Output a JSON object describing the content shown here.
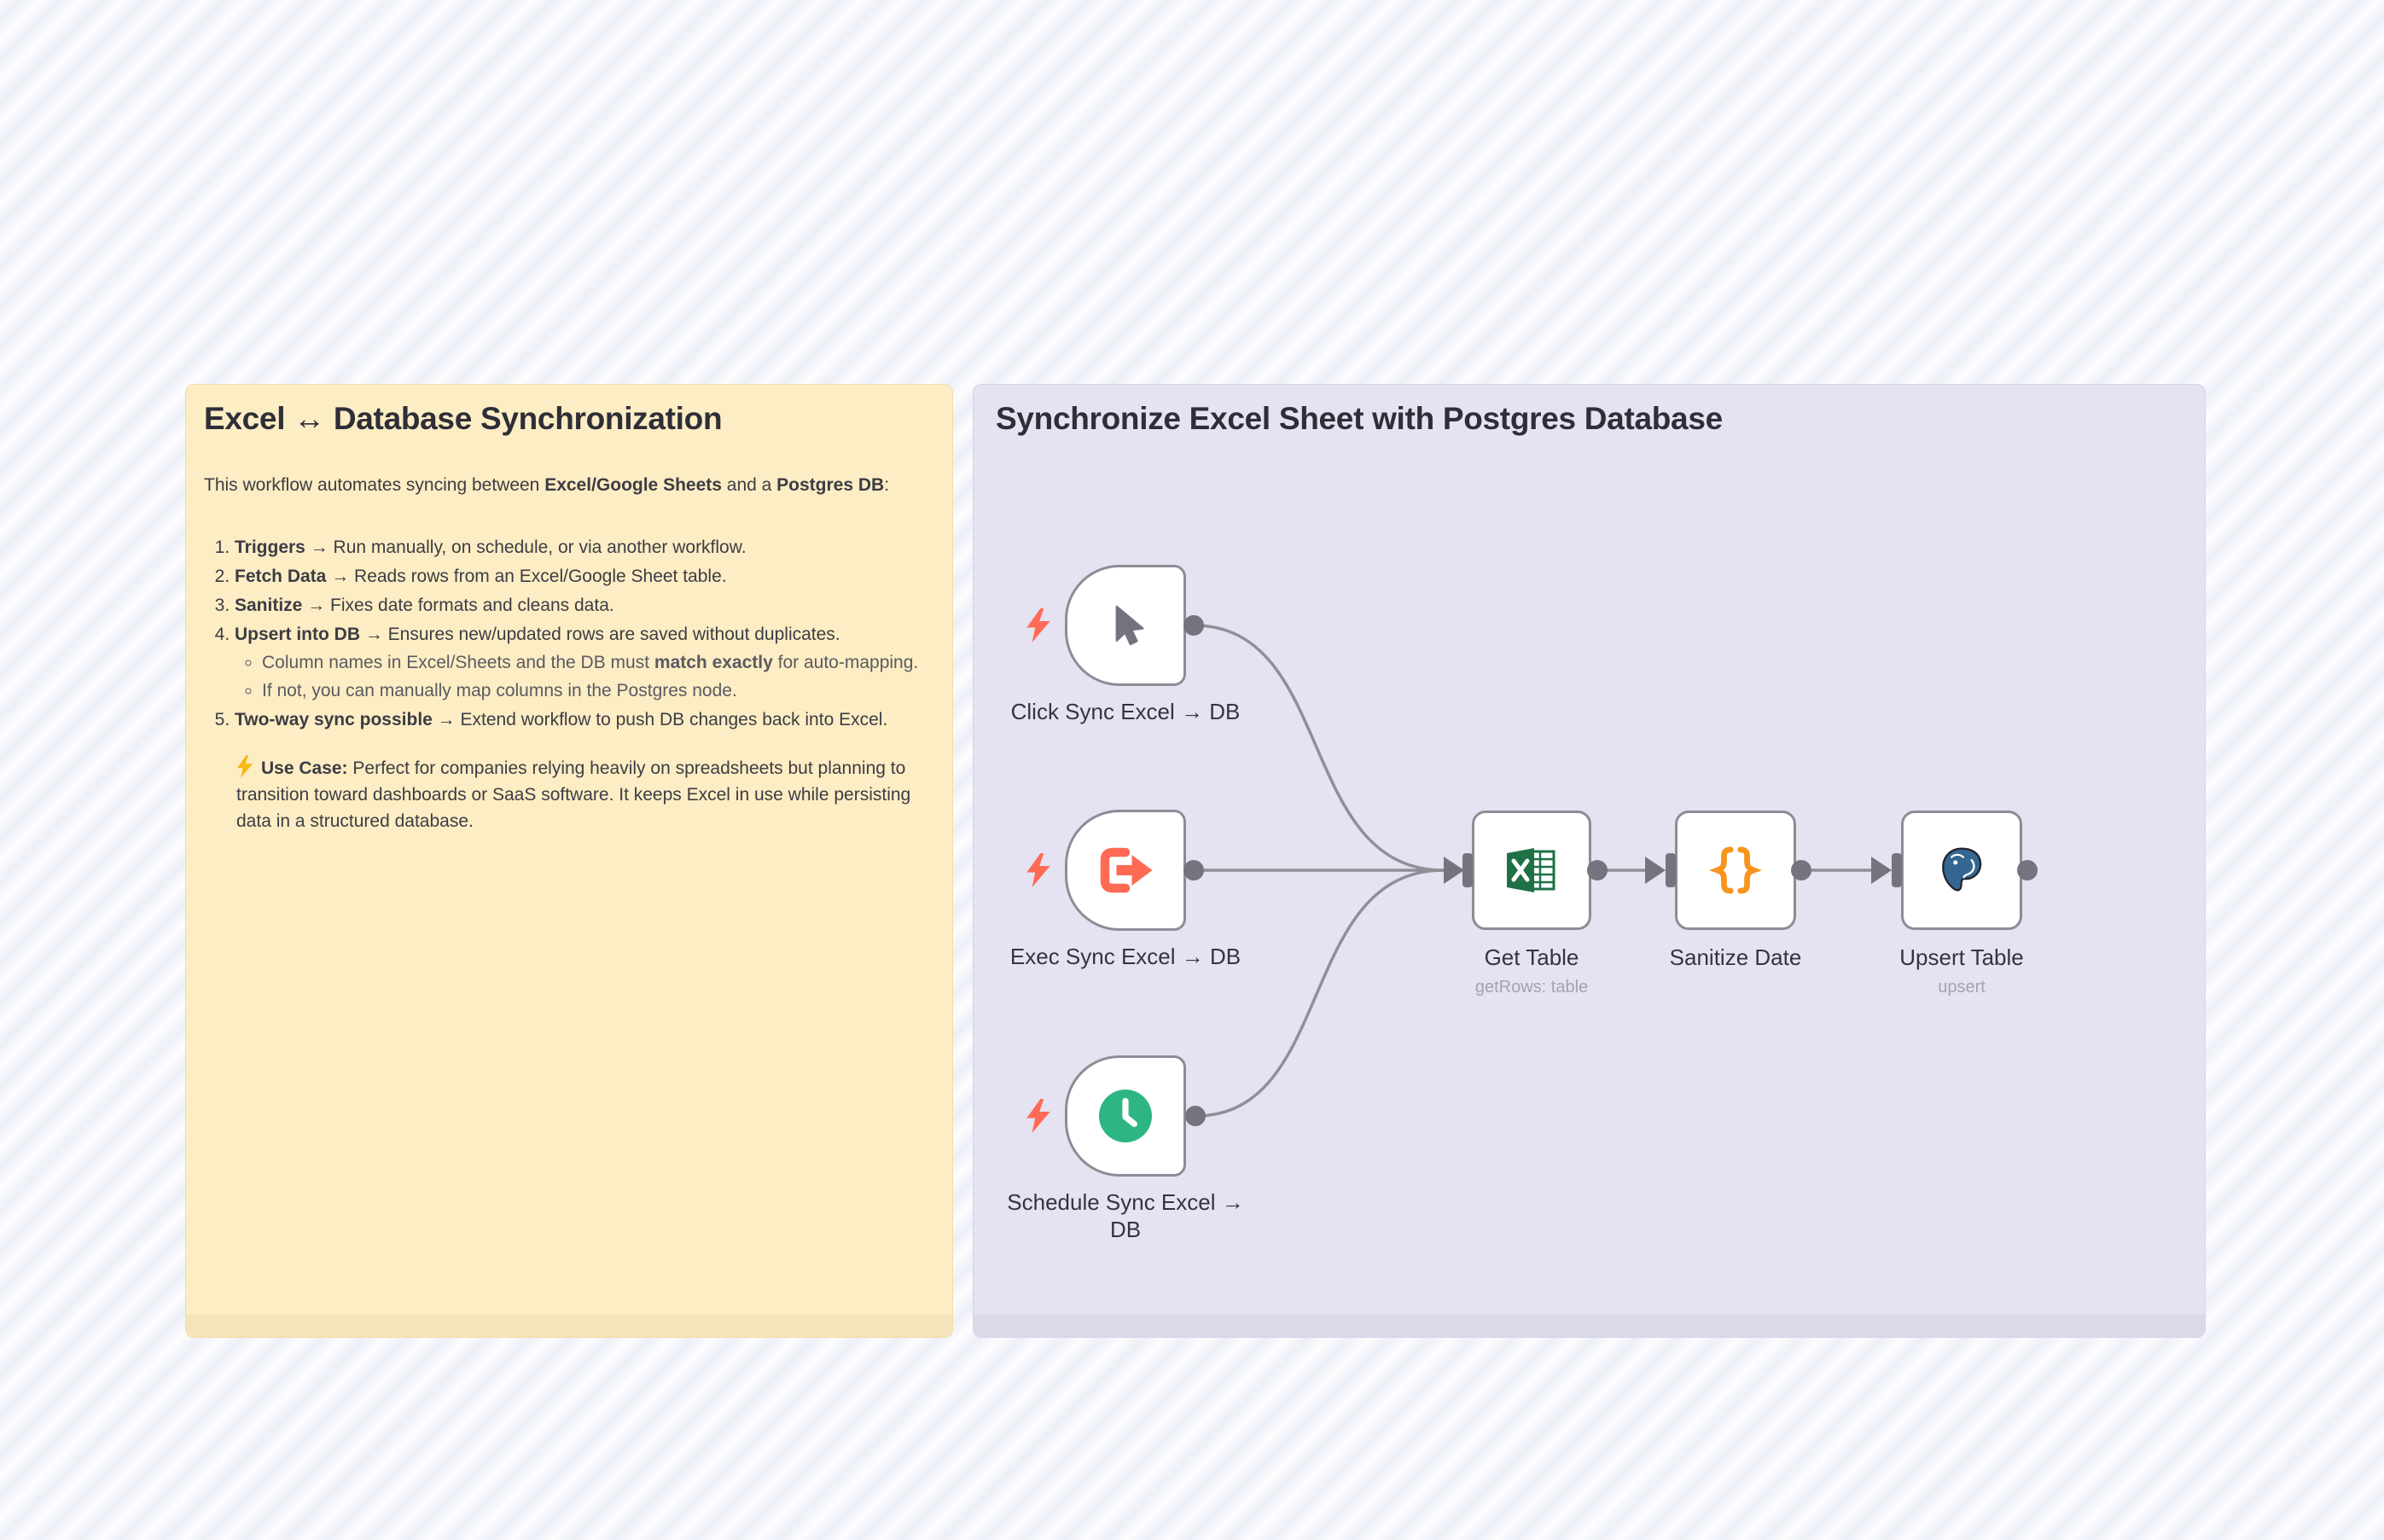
{
  "sticky_yellow": {
    "title": "Excel ↔ Database Synchronization",
    "intro": [
      {
        "t": "This workflow automates syncing between "
      },
      {
        "t": "Excel/Google Sheets",
        "b": 1
      },
      {
        "t": " and a "
      },
      {
        "t": "Postgres DB",
        "b": 1
      },
      {
        "t": ":"
      }
    ],
    "items": [
      [
        {
          "t": "Triggers",
          "b": 1
        },
        {
          "t": " → Run manually, on schedule, or via another workflow."
        }
      ],
      [
        {
          "t": "Fetch Data",
          "b": 1
        },
        {
          "t": " → Reads rows from an Excel/Google Sheet table."
        }
      ],
      [
        {
          "t": "Sanitize",
          "b": 1
        },
        {
          "t": " → Fixes date formats and cleans data."
        }
      ],
      [
        {
          "t": "Upsert into DB",
          "b": 1
        },
        {
          "t": " → Ensures new/updated rows are saved without duplicates."
        }
      ],
      [
        {
          "t": "Two-way sync possible",
          "b": 1
        },
        {
          "t": " → Extend workflow to push DB changes back into Excel."
        }
      ]
    ],
    "sub_items": [
      [
        {
          "t": "Column names in Excel/Sheets and the DB must "
        },
        {
          "t": "match exactly",
          "b": 1
        },
        {
          "t": " for auto-mapping."
        }
      ],
      [
        {
          "t": "If not, you can manually map columns in the Postgres node."
        }
      ]
    ],
    "use_case": [
      {
        "t": "Use Case:",
        "b": 1
      },
      {
        "t": " Perfect for companies relying heavily on spreadsheets but planning to transition toward dashboards or SaaS software. It keeps Excel in use while persisting data in a structured database."
      }
    ]
  },
  "sticky_purple": {
    "title": "Synchronize Excel Sheet with Postgres Database"
  },
  "nodes": [
    {
      "id": "click-sync",
      "label": "Click Sync Excel → DB",
      "subtitle": "",
      "icon": "cursor-icon"
    },
    {
      "id": "exec-sync",
      "label": "Exec Sync Excel → DB",
      "subtitle": "",
      "icon": "execute-workflow-icon"
    },
    {
      "id": "schedule-sync",
      "label": "Schedule Sync Excel → DB",
      "subtitle": "",
      "icon": "clock-icon"
    },
    {
      "id": "get-table",
      "label": "Get Table",
      "subtitle": "getRows: table",
      "icon": "excel-icon"
    },
    {
      "id": "sanitize-date",
      "label": "Sanitize Date",
      "subtitle": "",
      "icon": "braces-icon"
    },
    {
      "id": "upsert-table",
      "label": "Upsert Table",
      "subtitle": "upsert",
      "icon": "postgres-icon"
    }
  ],
  "colors": {
    "canvas_stripe": "#edeff8",
    "note_yellow_bg": "#fdedc4",
    "note_purple_bg": "#e5e2f1",
    "node_border": "#8c8c96",
    "connection_gray": "#8f8f98",
    "port_gray": "#74747e",
    "trigger_coral": "#ff6a55",
    "schedule_green": "#2db583",
    "excel_green": "#1e7145",
    "set_orange": "#f8941d",
    "postgres_blue": "#336791",
    "usecase_bolt_gold": "#f5b915"
  }
}
